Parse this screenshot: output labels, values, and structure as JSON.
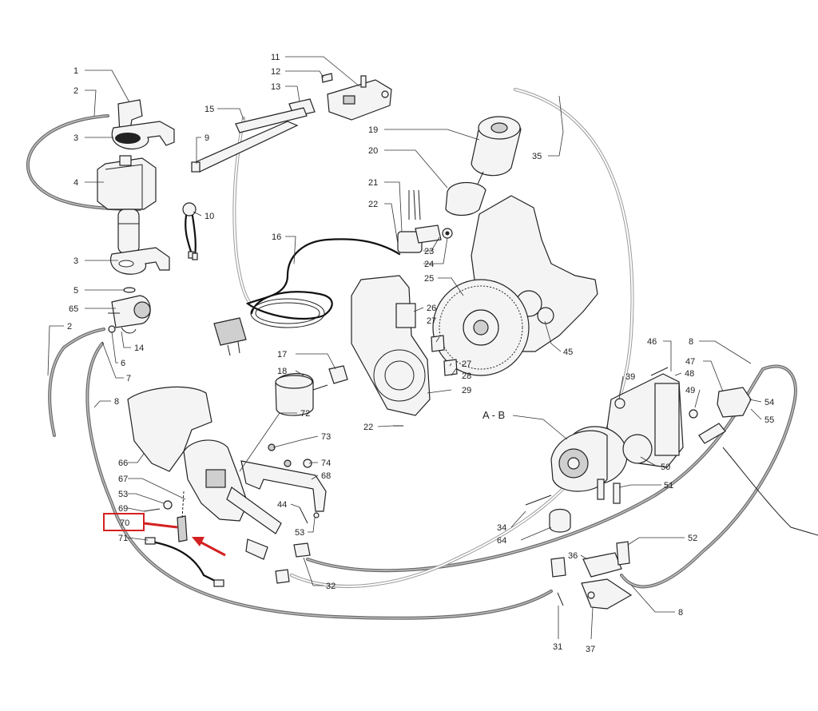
{
  "diagram": {
    "labels": [
      {
        "id": "1",
        "text": "1"
      },
      {
        "id": "2a",
        "text": "2"
      },
      {
        "id": "3a",
        "text": "3"
      },
      {
        "id": "4",
        "text": "4"
      },
      {
        "id": "3b",
        "text": "3"
      },
      {
        "id": "9",
        "text": "9"
      },
      {
        "id": "10",
        "text": "10"
      },
      {
        "id": "11",
        "text": "11"
      },
      {
        "id": "12",
        "text": "12"
      },
      {
        "id": "13",
        "text": "13"
      },
      {
        "id": "15",
        "text": "15"
      },
      {
        "id": "16",
        "text": "16"
      },
      {
        "id": "19",
        "text": "19"
      },
      {
        "id": "20",
        "text": "20"
      },
      {
        "id": "21",
        "text": "21"
      },
      {
        "id": "22a",
        "text": "22"
      },
      {
        "id": "23",
        "text": "23"
      },
      {
        "id": "24",
        "text": "24"
      },
      {
        "id": "25",
        "text": "25"
      },
      {
        "id": "26",
        "text": "26"
      },
      {
        "id": "27a",
        "text": "27"
      },
      {
        "id": "27b",
        "text": "27"
      },
      {
        "id": "28",
        "text": "28"
      },
      {
        "id": "29",
        "text": "29"
      },
      {
        "id": "22b",
        "text": "22"
      },
      {
        "id": "17",
        "text": "17"
      },
      {
        "id": "18",
        "text": "18"
      },
      {
        "id": "35",
        "text": "35"
      },
      {
        "id": "45",
        "text": "45"
      },
      {
        "id": "5",
        "text": "5"
      },
      {
        "id": "65",
        "text": "65"
      },
      {
        "id": "2b",
        "text": "2"
      },
      {
        "id": "14",
        "text": "14"
      },
      {
        "id": "6",
        "text": "6"
      },
      {
        "id": "7",
        "text": "7"
      },
      {
        "id": "8a",
        "text": "8"
      },
      {
        "id": "66",
        "text": "66"
      },
      {
        "id": "67",
        "text": "67"
      },
      {
        "id": "53a",
        "text": "53"
      },
      {
        "id": "69",
        "text": "69"
      },
      {
        "id": "70",
        "text": "70"
      },
      {
        "id": "71",
        "text": "71"
      },
      {
        "id": "72",
        "text": "72"
      },
      {
        "id": "73",
        "text": "73"
      },
      {
        "id": "74",
        "text": "74"
      },
      {
        "id": "68",
        "text": "68"
      },
      {
        "id": "44",
        "text": "44"
      },
      {
        "id": "53b",
        "text": "53"
      },
      {
        "id": "32",
        "text": "32"
      },
      {
        "id": "46",
        "text": "46"
      },
      {
        "id": "8b",
        "text": "8"
      },
      {
        "id": "39",
        "text": "39"
      },
      {
        "id": "48",
        "text": "48"
      },
      {
        "id": "47",
        "text": "47"
      },
      {
        "id": "49",
        "text": "49"
      },
      {
        "id": "54",
        "text": "54"
      },
      {
        "id": "55",
        "text": "55"
      },
      {
        "id": "ab",
        "text": "A - B"
      },
      {
        "id": "50",
        "text": "50"
      },
      {
        "id": "51",
        "text": "51"
      },
      {
        "id": "34",
        "text": "34"
      },
      {
        "id": "64",
        "text": "64"
      },
      {
        "id": "52",
        "text": "52"
      },
      {
        "id": "36",
        "text": "36"
      },
      {
        "id": "8c",
        "text": "8"
      },
      {
        "id": "31",
        "text": "31"
      },
      {
        "id": "37",
        "text": "37"
      }
    ],
    "highlighted_part": "70",
    "colors": {
      "highlight": "#d42020",
      "line": "#333333",
      "hose": "#6a6a6a"
    }
  }
}
